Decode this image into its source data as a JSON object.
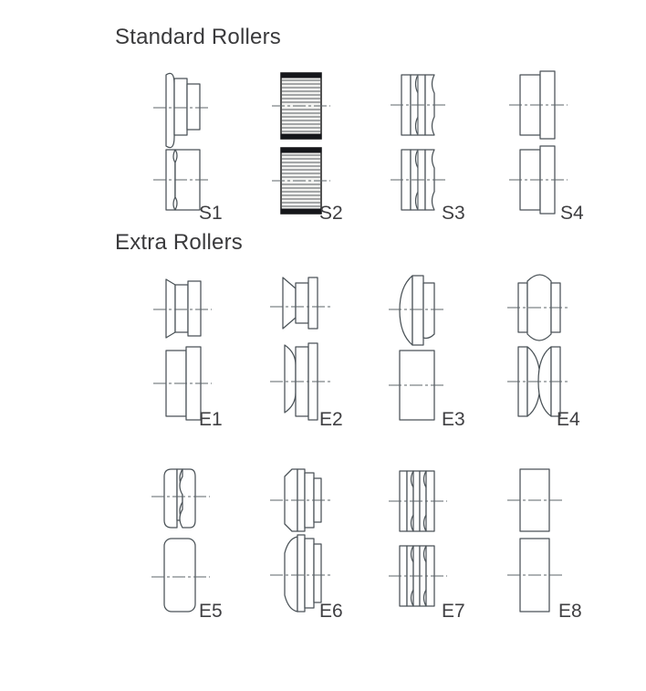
{
  "document": {
    "type": "roller-profile-chart",
    "background_color": "#ffffff",
    "line_color": "#4a5257",
    "text_color": "#3a3a3c"
  },
  "sections": [
    {
      "id": "standard",
      "title": "Standard Rollers",
      "items": [
        {
          "label": "S1",
          "profile": "rounded-edge upper roller with stepped flange, concave grooved lower roller"
        },
        {
          "label": "S2",
          "profile": "knurled / serrated cylindrical roller pair with dark end caps"
        },
        {
          "label": "S3",
          "profile": "double-groove rollers with twin ribs"
        },
        {
          "label": "S4",
          "profile": "plain stepped cylindrical rollers"
        }
      ]
    },
    {
      "id": "extra",
      "title": "Extra Rollers",
      "items": [
        {
          "label": "E1",
          "profile": "tapered angled upper roller, plain cylindrical lower roller"
        },
        {
          "label": "E2",
          "profile": "V-shaped tapered upper roller, convex barrel lower roller"
        },
        {
          "label": "E3",
          "profile": "curved crown upper roller, wide plain lower roller"
        },
        {
          "label": "E4",
          "profile": "convex rounded upper roller, deep concave groove lower roller"
        },
        {
          "label": "E5",
          "profile": "single groove upper roller, rounded-corner flat lower roller"
        },
        {
          "label": "E6",
          "profile": "multi-stepped tapered rollers with several diameter transitions"
        },
        {
          "label": "E7",
          "profile": "triple-groove rollers with multiple narrow ribs"
        },
        {
          "label": "E8",
          "profile": "plain flat rectangular roller pair"
        }
      ]
    }
  ]
}
